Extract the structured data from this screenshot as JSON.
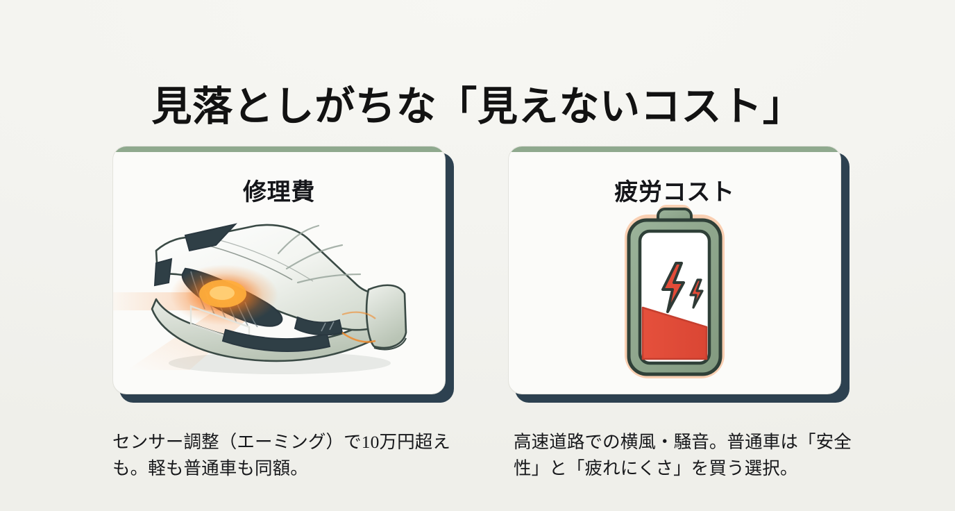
{
  "page": {
    "title": "見落としがちな「見えないコスト」",
    "background_color": "#f4f4f0"
  },
  "theme": {
    "accent_green": "#8fa98e",
    "shadow_navy": "#2d4150",
    "card_surface": "#fbfbf9",
    "text_dark": "#15161a",
    "warning_orange": "#f07a22",
    "battery_red": "#e34b38",
    "halo_peach": "#f8cdb0"
  },
  "cards": [
    {
      "title": "修理費",
      "illustration": "car-front-bumper-illustration",
      "illustration_note": "front bumper line art with orange sensor glow",
      "caption": "センサー調整（エーミング）で10万円超えも。軽も普通車も同額。"
    },
    {
      "title": "疲労コスト",
      "illustration": "low-battery-illustration",
      "illustration_note": "low battery icon with red declining level and lightning bolts",
      "caption": "高速道路での横風・騒音。普通車は「安全性」と「疲れにくさ」を買う選択。"
    }
  ]
}
